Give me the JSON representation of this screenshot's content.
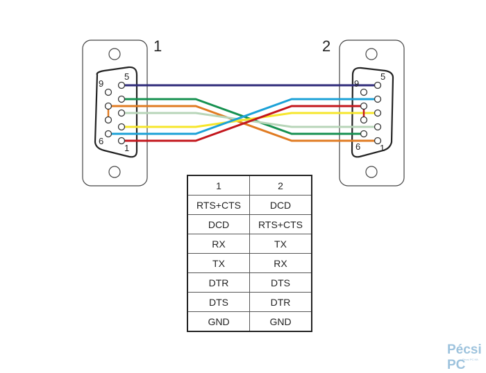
{
  "title": "Serial null-modem cable wiring (DB9 to DB9)",
  "connectors": [
    {
      "id": "1",
      "label": "1",
      "pin_labels": {
        "top_right": "5",
        "top_left": "9",
        "bottom_left": "6",
        "bottom_right": "1"
      },
      "jumpers": [
        {
          "from_pin": 8,
          "to_pin": 7,
          "color": "#e07b22"
        }
      ]
    },
    {
      "id": "2",
      "label": "2",
      "pin_labels": {
        "top_right": "5",
        "top_left": "9",
        "bottom_left": "6",
        "bottom_right": "1"
      },
      "jumpers": [
        {
          "from_pin": 8,
          "to_pin": 7,
          "color": "#c3161c"
        }
      ]
    }
  ],
  "wires": [
    {
      "name": "purple",
      "color": "#2e2a7a",
      "pin_1": 5,
      "pin_2": 5
    },
    {
      "name": "green",
      "color": "#169150",
      "pin_1": 4,
      "pin_2": 6
    },
    {
      "name": "orange",
      "color": "#e07b22",
      "pin_1": 8,
      "pin_2": 1
    },
    {
      "name": "light-green",
      "color": "#b7d5b8",
      "pin_1": 3,
      "pin_2": 2
    },
    {
      "name": "yellow",
      "color": "#f6e62b",
      "pin_1": 2,
      "pin_2": 3
    },
    {
      "name": "blue",
      "color": "#1ba1d7",
      "pin_1": 6,
      "pin_2": 4
    },
    {
      "name": "red",
      "color": "#c3161c",
      "pin_1": 1,
      "pin_2": 8
    }
  ],
  "table": {
    "headers": [
      "1",
      "2"
    ],
    "rows": [
      [
        "RTS+CTS",
        "DCD"
      ],
      [
        "DCD",
        "RTS+CTS"
      ],
      [
        "RX",
        "TX"
      ],
      [
        "TX",
        "RX"
      ],
      [
        "DTR",
        "DTS"
      ],
      [
        "DTS",
        "DTR"
      ],
      [
        "GND",
        "GND"
      ]
    ]
  },
  "watermark": {
    "text": "Pécsi PC",
    "subtext": "Pécsi PC Kft."
  }
}
